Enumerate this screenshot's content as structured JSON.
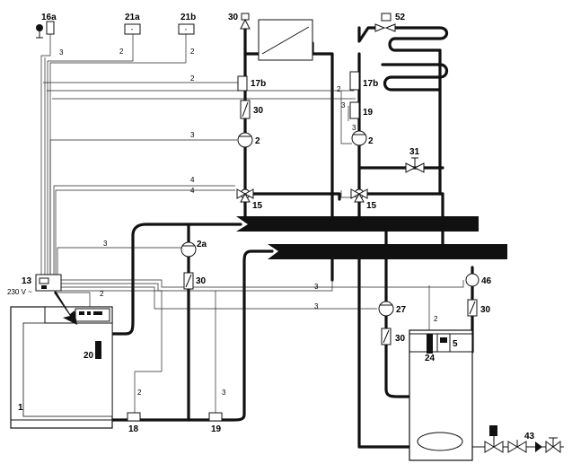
{
  "labels": {
    "l16a": "16a",
    "l21a": "21a",
    "l21b": "21b",
    "l30top": "30",
    "l52": "52",
    "l17b_left": "17b",
    "l17b_right": "17b",
    "l19_right": "19",
    "l30_left": "30",
    "l2_left": "2",
    "l2_right": "2",
    "l31": "31",
    "l15_left": "15",
    "l15_right": "15",
    "l2a": "2a",
    "l30_mid": "30",
    "l13": "13",
    "l230v": "230 V ~",
    "l46": "46",
    "l30_46": "30",
    "l27": "27",
    "l30_27": "30",
    "l5": "5",
    "l24": "24",
    "l20": "20",
    "l1": "1",
    "l18": "18",
    "l19_bottom": "19",
    "l43": "43"
  },
  "wire_counts": {
    "w16a": "3",
    "w21a": "2",
    "w21b": "2",
    "w17b": "2",
    "w2": "3",
    "w15a": "4",
    "w15b": "4",
    "w2a": "3",
    "w13": "2",
    "w19r": "3",
    "w27": "3",
    "w24": "2",
    "w18": "2",
    "w19b": "3",
    "w17r": "2",
    "w19rr": "3",
    "w2r": "3"
  }
}
